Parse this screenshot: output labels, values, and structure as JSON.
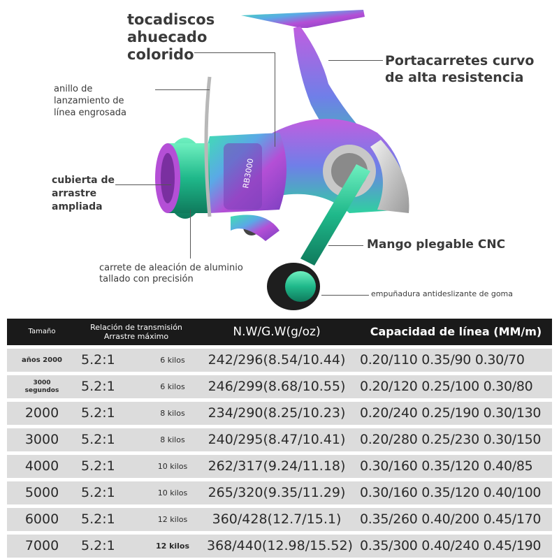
{
  "callouts": {
    "colorful_cup": "tocadiscos\nahuecado\ncolorido",
    "rotor": "Portacarretes curvo\nde alta resistencia",
    "bail": "anillo de\nlanzamiento de\nlínea engrosada",
    "drag_cover": "cubierta de\narrastre\nampliada",
    "handle": "Mango plegable CNC",
    "spool": "carrete de aleación de aluminio\ntallado con precisión",
    "grip": "empuñadura antideslizante de goma"
  },
  "reel_label": "RB3000",
  "table": {
    "headers": {
      "size": "Tamaño",
      "ratio_drag": "Relación de transmisión\nArrastre máximo",
      "weight": "N.W/G.W(g/oz)",
      "capacity": "Capacidad de línea (MM/m)"
    },
    "rows": [
      {
        "size": "años 2000",
        "ratio": "5.2:1",
        "drag": "6 kilos",
        "weight": "242/296(8.54/10.44)",
        "capacity": "0.20/110 0.35/90 0.30/70"
      },
      {
        "size": "3000\nsegundos",
        "ratio": "5.2:1",
        "drag": "6 kilos",
        "weight": "246/299(8.68/10.55)",
        "capacity": "0.20/120 0.25/100 0.30/80"
      },
      {
        "size": "2000",
        "ratio": "5.2:1",
        "drag": "8 kilos",
        "weight": "234/290(8.25/10.23)",
        "capacity": "0.20/240 0.25/190 0.30/130"
      },
      {
        "size": "3000",
        "ratio": "5.2:1",
        "drag": "8 kilos",
        "weight": "240/295(8.47/10.41)",
        "capacity": "0.20/280 0.25/230 0.30/150"
      },
      {
        "size": "4000",
        "ratio": "5.2:1",
        "drag": "10 kilos",
        "weight": "262/317(9.24/11.18)",
        "capacity": "0.30/160 0.35/120 0.40/85"
      },
      {
        "size": "5000",
        "ratio": "5.2:1",
        "drag": "10 kilos",
        "weight": "265/320(9.35/11.29)",
        "capacity": "0.30/160 0.35/120 0.40/100"
      },
      {
        "size": "6000",
        "ratio": "5.2:1",
        "drag": "12 kilos",
        "weight": "360/428(12.7/15.1)",
        "capacity": "0.35/260 0.40/200 0.45/170"
      },
      {
        "size": "7000",
        "ratio": "5.2:1",
        "drag": "12 kilos",
        "weight": "368/440(12.98/15.52)",
        "capacity": "0.35/300 0.40/240 0.45/190"
      }
    ]
  },
  "colors": {
    "header_bg": "#1a1a1a",
    "row_bg": "#dcdcdc",
    "reel_purple": "#b44fd6",
    "reel_green": "#3fd7a0"
  }
}
